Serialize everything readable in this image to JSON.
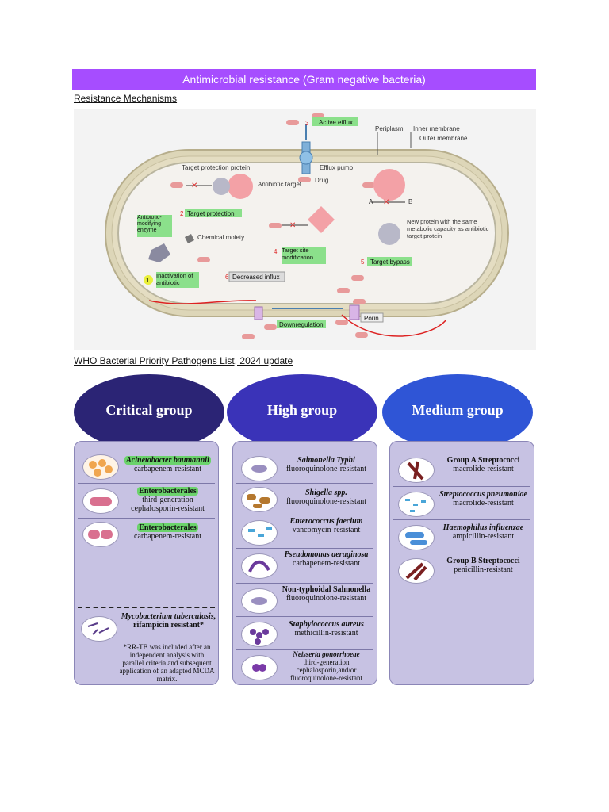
{
  "banner_title": "Antimicrobial resistance (Gram negative bacteria)",
  "section1_heading": "Resistance Mechanisms",
  "section2_heading": "WHO Bacterial Priority Pathogens List, 2024 update",
  "diagram": {
    "active_efflux": "Active efflux",
    "periplasm": "Periplasm",
    "inner_membrane": "Inner membrane",
    "outer_membrane": "Outer membrane",
    "efflux_pump": "Efflux pump",
    "drug": "Drug",
    "target_protection_protein": "Target protection protein",
    "antibiotic_target": "Antibiotic target",
    "target_protection": "Target protection",
    "antibiotic_modifying_enzyme": "Antibiotic-modifying enzyme",
    "chemical_moiety": "Chemical moiety",
    "target_site_modification": "Target site modification",
    "new_protein": "New protein with the same metabolic capacity as antibiotic target protein",
    "target_bypass": "Target bypass",
    "inactivation": "Inactivation of antibiotic",
    "decreased_influx": "Decreased influx",
    "porin": "Porin",
    "downregulation": "Downregulation",
    "label_a": "A",
    "label_b": "B",
    "num_1": "1",
    "num_2": "2",
    "num_3": "3",
    "num_4": "4",
    "num_5": "5",
    "num_6": "6"
  },
  "groups": {
    "critical": {
      "title": "Critical group",
      "entries": [
        {
          "name": "Acinetobacter baumannii",
          "desc": "carbapenem-resistant"
        },
        {
          "name": "Enterobacterales",
          "desc": "third-generation cephalosporin-resistant"
        },
        {
          "name": "Enterobacterales",
          "desc": "carbapenem-resistant"
        }
      ],
      "tb": {
        "name": "Mycobacterium tuberculosis,",
        "desc": "rifampicin resistant*",
        "footnote": "*RR-TB was included after an independent analysis with parallel criteria and subsequent application of an adapted MCDA matrix."
      }
    },
    "high": {
      "title": "High group",
      "entries": [
        {
          "name": "Salmonella Typhi",
          "desc": "fluoroquinolone-resistant"
        },
        {
          "name": "Shigella spp.",
          "desc": "fluoroquinolone-resistant"
        },
        {
          "name": "Enterococcus faecium",
          "desc": "vancomycin-resistant"
        },
        {
          "name": "Pseudomonas aeruginosa",
          "desc": "carbapenem-resistant"
        },
        {
          "name": "Non-typhoidal Salmonella",
          "desc": "fluoroquinolone-resistant"
        },
        {
          "name": "Staphylococcus aureus",
          "desc": "methicillin-resistant"
        },
        {
          "name": "Neisseria gonorrhoeae",
          "desc": "third-generation cephalosporin,and/or fluoroquinolone-resistant"
        }
      ]
    },
    "medium": {
      "title": "Medium group",
      "entries": [
        {
          "name": "Group A Streptococci",
          "desc": "macrolide-resistant"
        },
        {
          "name": "Streptococcus pneumoniae",
          "desc": "macrolide-resistant"
        },
        {
          "name": "Haemophilus influenzae",
          "desc": "ampicillin-resistant"
        },
        {
          "name": "Group B Streptococci",
          "desc": "penicillin-resistant"
        }
      ]
    }
  },
  "colors": {
    "banner": "#a64dff",
    "critical": "#2b2475",
    "high": "#3a33b8",
    "medium": "#2f55d6",
    "panel": "#c7c2e3",
    "highlight": "#6bd36b"
  }
}
